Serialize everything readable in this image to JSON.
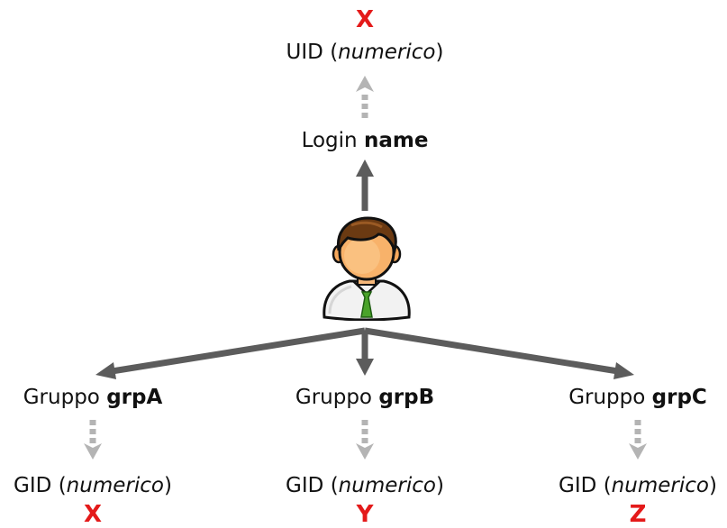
{
  "top": {
    "uid_value": "X",
    "uid_label": "UID",
    "uid_qualifier": "numerico",
    "login_label": "Login",
    "login_name": "name"
  },
  "user_icon": "user-avatar-icon",
  "groups": [
    {
      "prefix": "Gruppo",
      "name": "grpA",
      "gid_label": "GID",
      "gid_qualifier": "numerico",
      "gid_value": "X"
    },
    {
      "prefix": "Gruppo",
      "name": "grpB",
      "gid_label": "GID",
      "gid_qualifier": "numerico",
      "gid_value": "Y"
    },
    {
      "prefix": "Gruppo",
      "name": "grpC",
      "gid_label": "GID",
      "gid_qualifier": "numerico",
      "gid_value": "Z"
    }
  ],
  "colors": {
    "solid_arrow": "#5c5c5c",
    "dashed_arrow": "#b4b4b4",
    "id_value": "#e41a1a",
    "tie": "#4aa32a"
  }
}
